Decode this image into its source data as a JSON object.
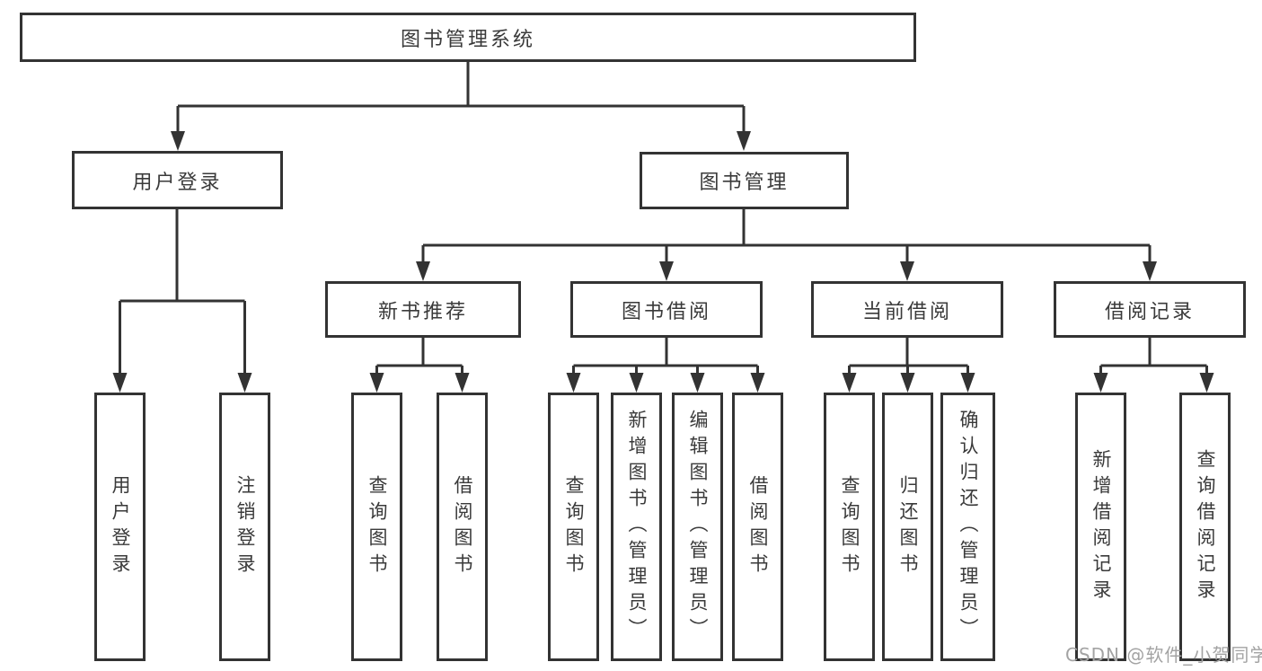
{
  "tree": {
    "label": "图书管理系统",
    "children": [
      {
        "label": "用户登录",
        "children": [
          {
            "label": "用户登录"
          },
          {
            "label": "注销登录"
          }
        ]
      },
      {
        "label": "图书管理",
        "children": [
          {
            "label": "新书推荐",
            "children": [
              {
                "label": "查询图书"
              },
              {
                "label": "借阅图书"
              }
            ]
          },
          {
            "label": "图书借阅",
            "children": [
              {
                "label": "查询图书"
              },
              {
                "label": "新增图书（管理员）"
              },
              {
                "label": "编辑图书（管理员）"
              },
              {
                "label": "借阅图书"
              }
            ]
          },
          {
            "label": "当前借阅",
            "children": [
              {
                "label": "查询图书"
              },
              {
                "label": "归还图书"
              },
              {
                "label": "确认归还（管理员）"
              }
            ]
          },
          {
            "label": "借阅记录",
            "children": [
              {
                "label": "新增借阅记录"
              },
              {
                "label": "查询借阅记录"
              }
            ]
          }
        ]
      }
    ]
  },
  "watermark": {
    "text": "CSDN @软件_小贺同学"
  },
  "colors": {
    "line": "#333333",
    "text": "#3a3a3a",
    "background": "#ffffff",
    "watermark": "#a3a3a3"
  }
}
